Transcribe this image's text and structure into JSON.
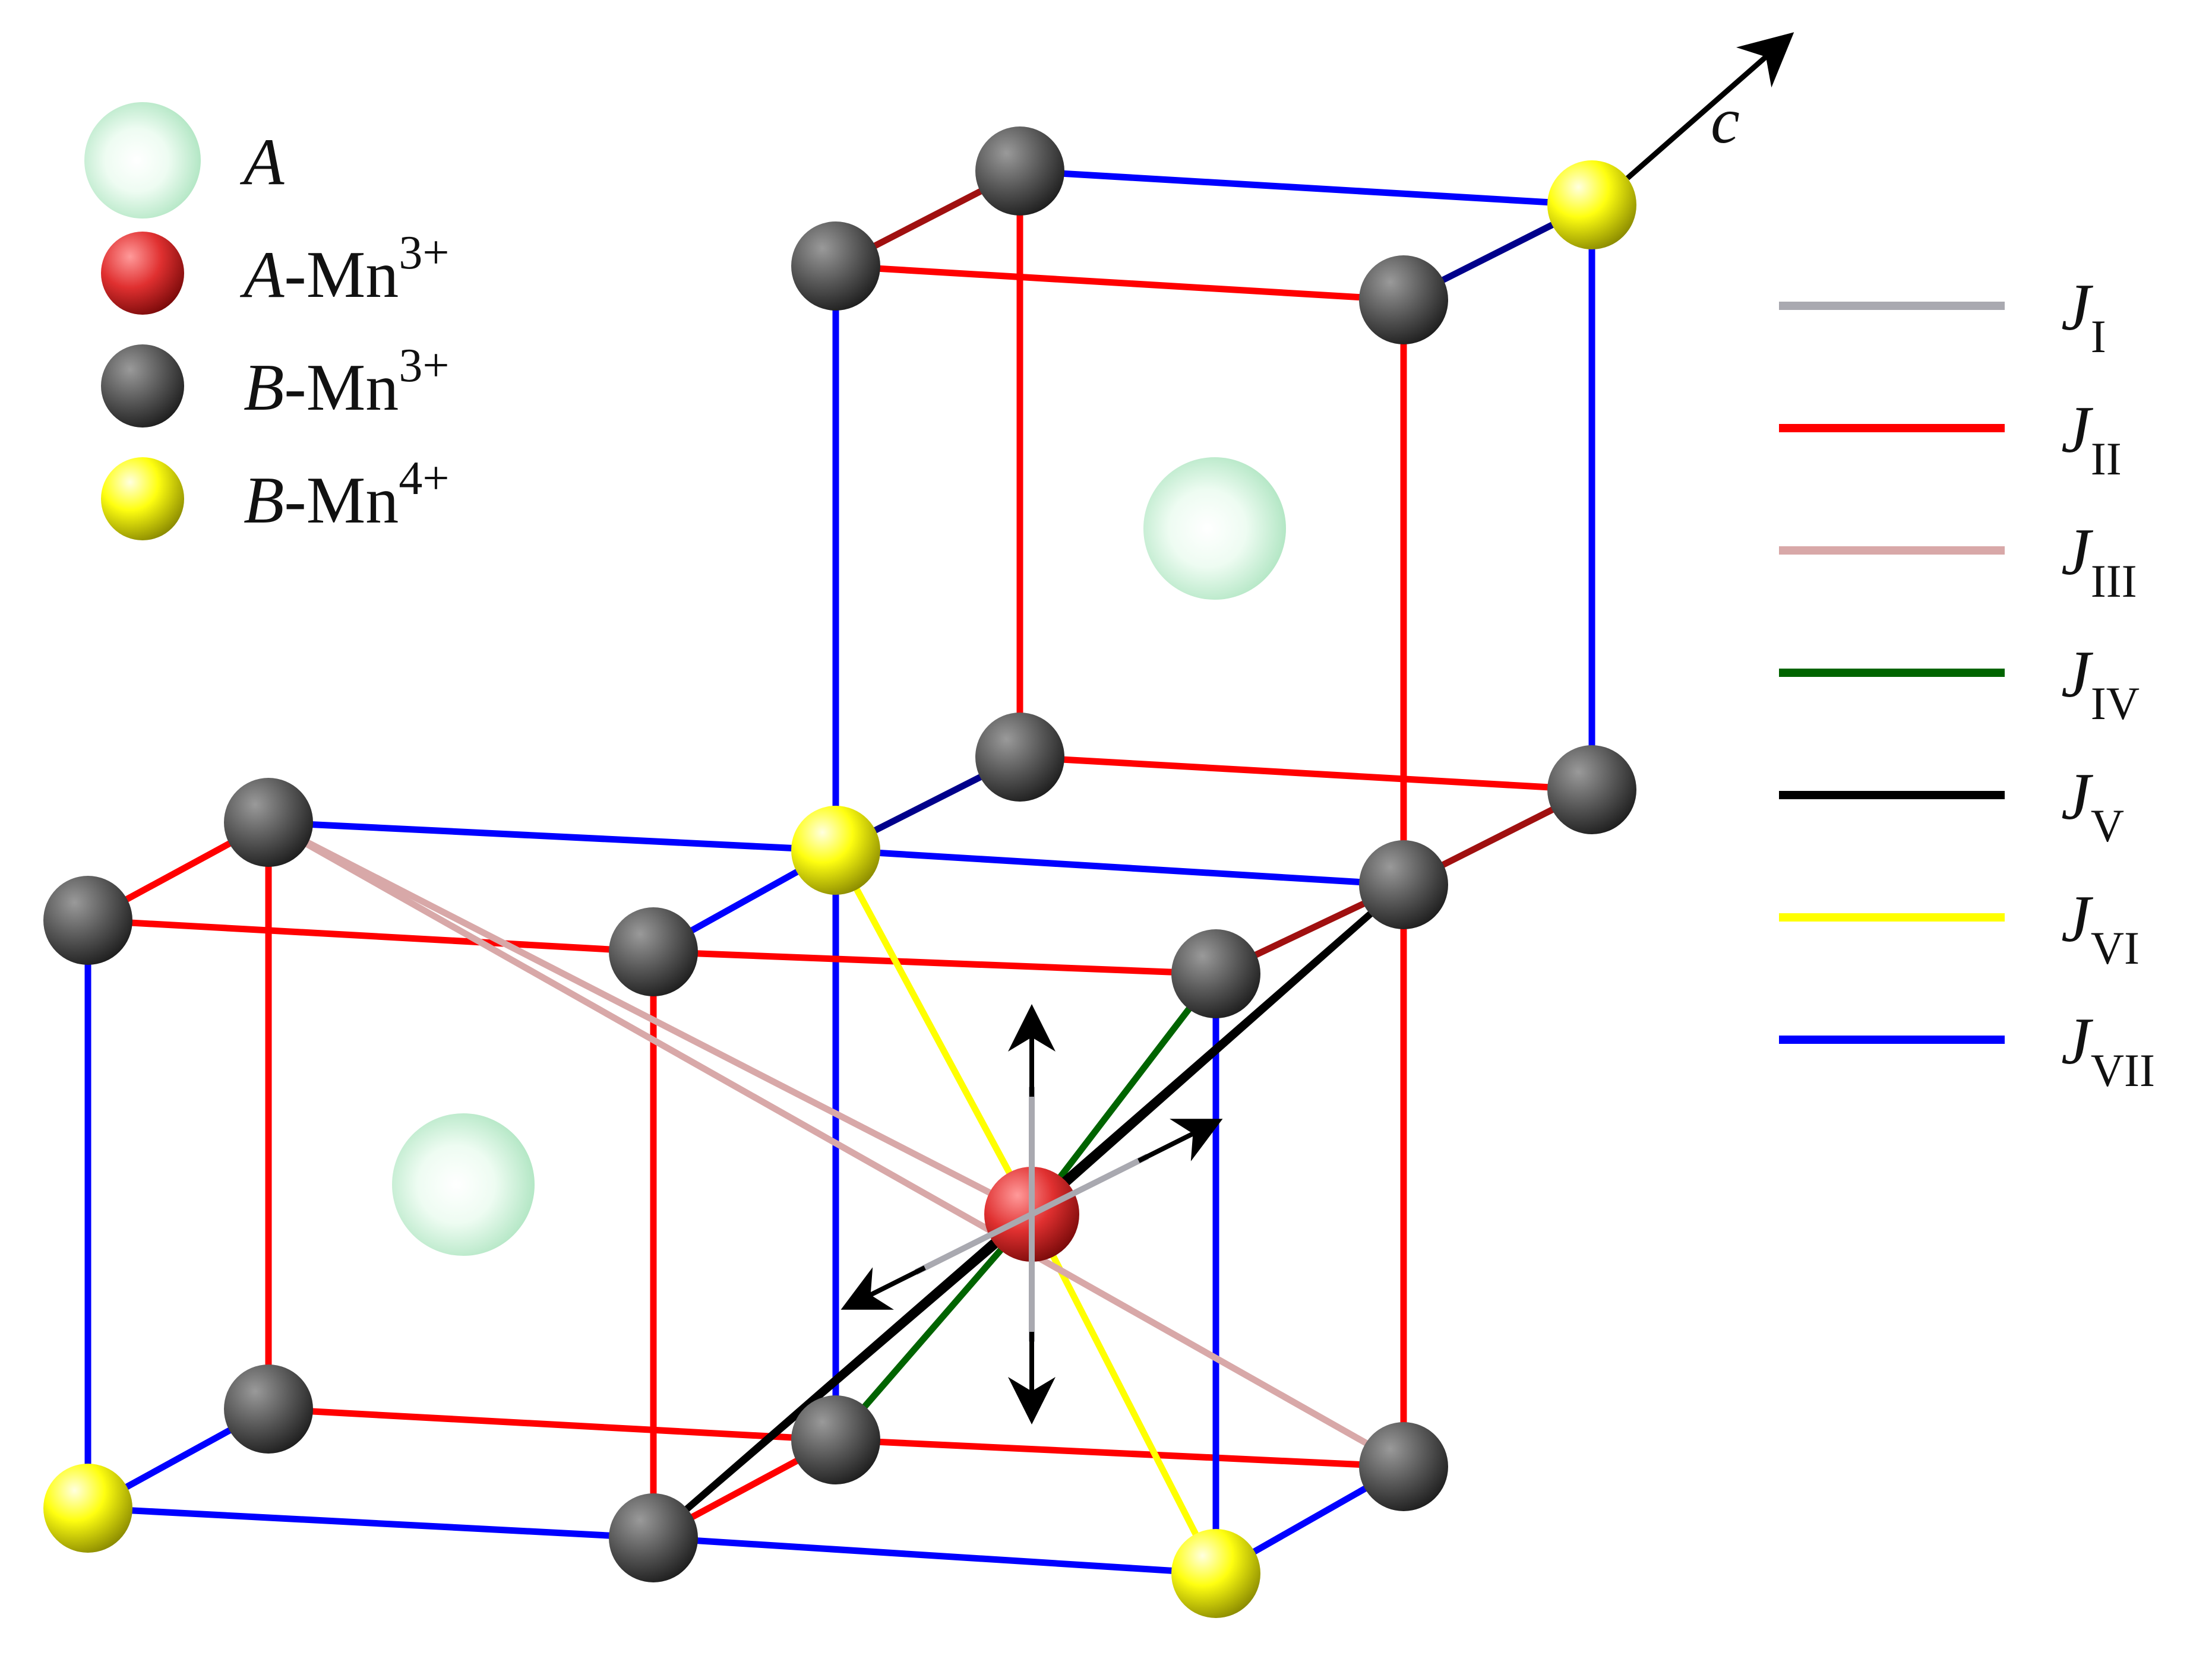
{
  "legend_atoms": [
    {
      "pre_italic": "A",
      "post": "",
      "sup": "",
      "color": "#bff0cf",
      "icon": "sphere-icon"
    },
    {
      "pre_italic": "A",
      "post": "-Mn",
      "sup": "3+",
      "color": "#e03030",
      "icon": "sphere-icon"
    },
    {
      "pre_italic": "B",
      "post": "-Mn",
      "sup": "3+",
      "color": "#5a5a5a",
      "icon": "sphere-icon"
    },
    {
      "pre_italic": "B",
      "post": "-Mn",
      "sup": "4+",
      "color": "#ffff00",
      "icon": "sphere-icon"
    }
  ],
  "legend_bonds": [
    {
      "letter": "J",
      "sub": "I",
      "color": "#a9a9b0"
    },
    {
      "letter": "J",
      "sub": "II",
      "color": "#ff0000"
    },
    {
      "letter": "J",
      "sub": "III",
      "color": "#d8a8a8"
    },
    {
      "letter": "J",
      "sub": "IV",
      "color": "#006400"
    },
    {
      "letter": "J",
      "sub": "V",
      "color": "#000000"
    },
    {
      "letter": "J",
      "sub": "VI",
      "color": "#ffff00"
    },
    {
      "letter": "J",
      "sub": "VII",
      "color": "#0000ff"
    }
  ],
  "axis_label": "c",
  "colors": {
    "a_site": "#bff0cf",
    "a_mn3": "#e03030",
    "b_mn3": "#5a5a5a",
    "b_mn4": "#ffff00",
    "bond_red": "#ff0000",
    "bond_darkred": "#a01010",
    "bond_blue": "#0000ff",
    "bond_darkblue": "#00008b"
  }
}
